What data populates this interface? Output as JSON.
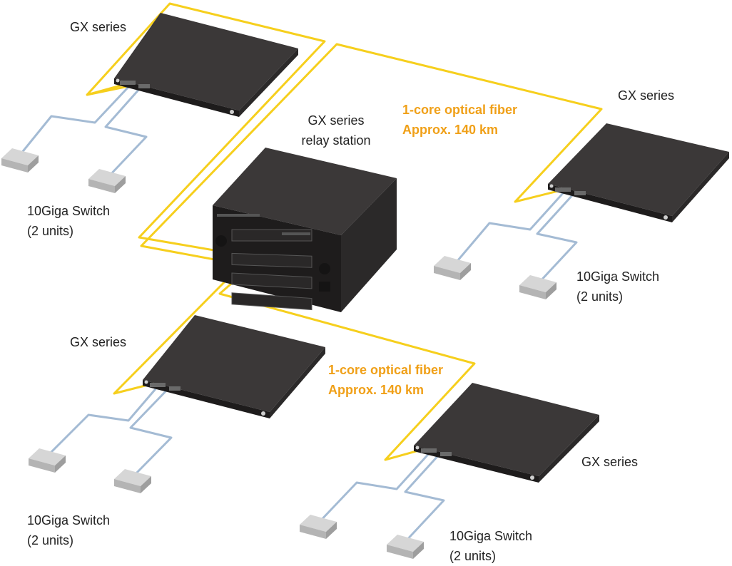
{
  "colors": {
    "fiber": "#f6cf1d",
    "lan": "#a4bbd4",
    "device_top": "#3b3838",
    "device_front": "#1e1c1c",
    "switch_top": "#d6d6d6",
    "switch_side": "#b4b4b4",
    "fiber_text": "#f0a018",
    "text": "#222222"
  },
  "labels": {
    "gx_series": "GX series",
    "relay_line1": "GX series",
    "relay_line2": "relay station",
    "fiber_line1": "1-core optical fiber",
    "fiber_line2": "Approx. 140 km",
    "switch_line1": "10Giga Switch",
    "switch_line2": "(2 units)"
  },
  "icons": {
    "device": "rack-switch-icon",
    "relay": "relay-chassis-icon",
    "switch": "network-switch-icon"
  }
}
